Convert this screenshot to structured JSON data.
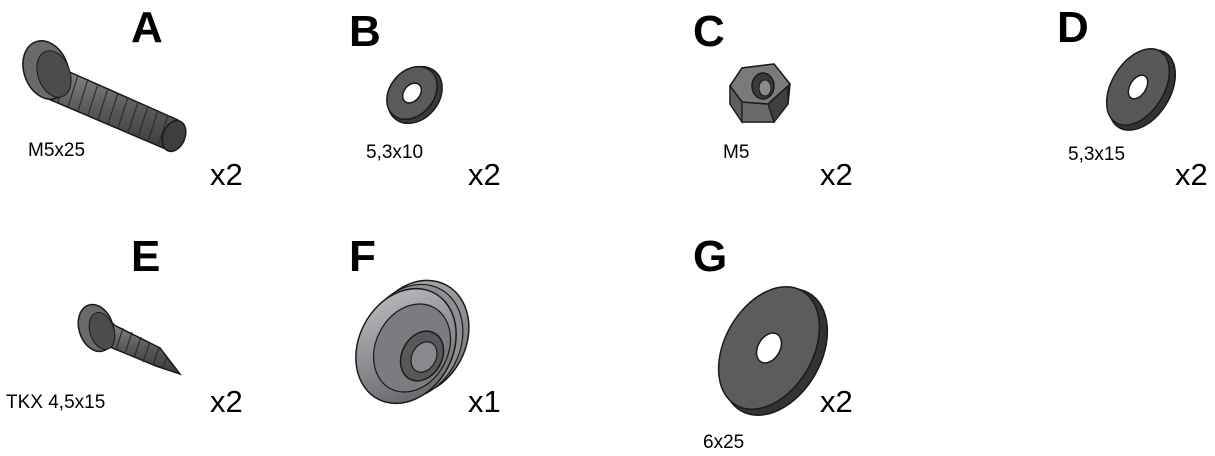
{
  "parts": [
    {
      "letter": "A",
      "size": "M5x25",
      "quantity": "x2",
      "icon": "pan-head-bolt-icon"
    },
    {
      "letter": "B",
      "size": "5,3x10",
      "quantity": "x2",
      "icon": "small-washer-icon"
    },
    {
      "letter": "C",
      "size": "M5",
      "quantity": "x2",
      "icon": "hex-nut-icon"
    },
    {
      "letter": "D",
      "size": "5,3x15",
      "quantity": "x2",
      "icon": "washer-icon"
    },
    {
      "letter": "E",
      "size": "TKX 4,5x15",
      "quantity": "x2",
      "icon": "self-tapping-screw-icon"
    },
    {
      "letter": "F",
      "size": "",
      "quantity": "x1",
      "icon": "wheel-icon"
    },
    {
      "letter": "G",
      "size": "6x25",
      "quantity": "x2",
      "icon": "large-washer-icon"
    }
  ],
  "colors": {
    "metal_dark": "#4a4a4c",
    "metal_mid": "#6d6d70",
    "metal_light": "#a4a4a8",
    "outline": "#1a1a1a"
  }
}
